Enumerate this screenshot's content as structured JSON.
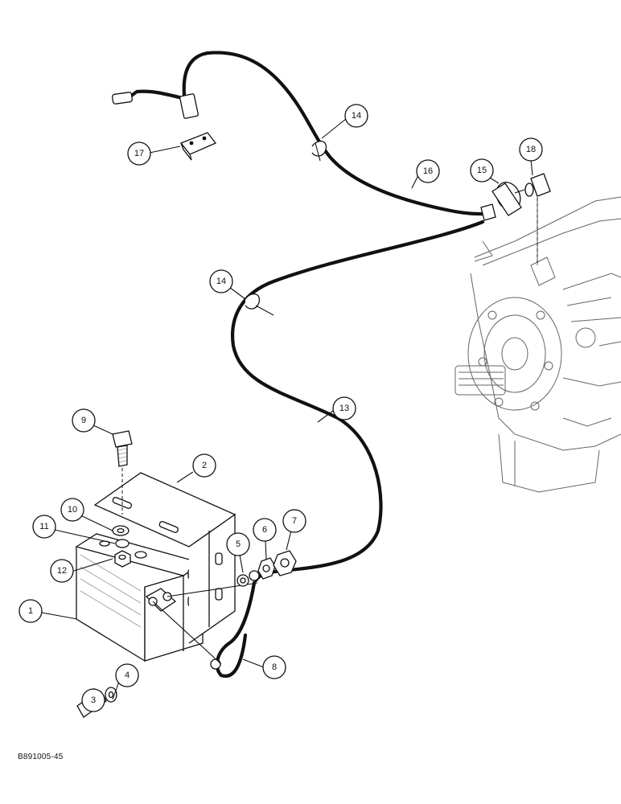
{
  "figure_code": "B891005-45",
  "callouts": {
    "c1": "1",
    "c2": "2",
    "c3": "3",
    "c4": "4",
    "c5": "5",
    "c6": "6",
    "c7": "7",
    "c8": "8",
    "c9": "9",
    "c10": "10",
    "c11": "11",
    "c12": "12",
    "c13": "13",
    "c14a": "14",
    "c14b": "14",
    "c15": "15",
    "c16": "16",
    "c17": "17",
    "c18": "18"
  }
}
